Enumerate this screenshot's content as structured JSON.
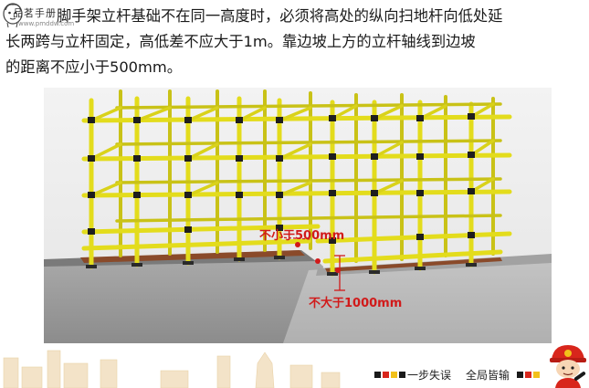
{
  "logo": {
    "text": "品茗手册",
    "url": "www.pmddw.com",
    "icon": "mascot-face-icon"
  },
  "paragraph": {
    "line1": "脚手架立杆基础不在同一高度时，必须将高处的纵向扫地杆向低处延",
    "line2": "长两跨与立杆固定，高低差不应大于1m。靠边坡上方的立杆轴线到边坡",
    "line3": "的距离不应小于500mm。"
  },
  "diagram": {
    "label_min": "不小于500mm",
    "label_max": "不大于1000mm",
    "colors": {
      "pole": "#e3dc1c",
      "pole_dark": "#8f8b10",
      "clamp": "#1e1e1e",
      "ground_high": "#9a9a9a",
      "ground_low": "#bdbdbd",
      "soil": "#8a4a2a",
      "dimension": "#d11a1a"
    }
  },
  "footer": {
    "slogan_left": "一步失误",
    "slogan_right": "全局皆输",
    "square_colors": [
      "#1a1a1a",
      "#d8261c",
      "#f2c11a",
      "#1a1a1a"
    ],
    "mascot": "firefighter-mascot-icon",
    "skyline": "city-skyline-icon"
  }
}
